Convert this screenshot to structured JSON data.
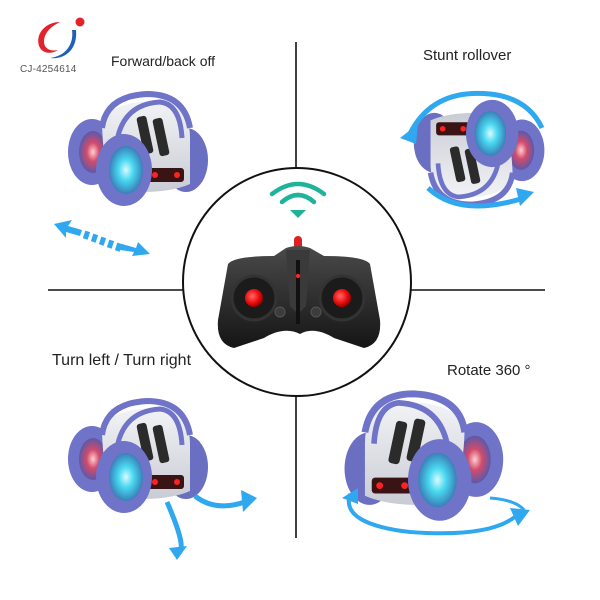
{
  "brand": {
    "sku": "CJ-4254614",
    "logo_colors": {
      "red": "#e3222b",
      "blue": "#1f5fb8"
    }
  },
  "quadrants": {
    "top_left": {
      "label": "Forward/back off",
      "icon": "double-arrow-icon"
    },
    "top_right": {
      "label": "Stunt rollover",
      "icon": "rollover-arrows-icon"
    },
    "bottom_left": {
      "label": "Turn left / Turn right",
      "icon": "turn-arrows-icon"
    },
    "bottom_right": {
      "label": "Rotate 360 °",
      "icon": "rotate-arrow-icon"
    }
  },
  "center": {
    "device": "remote-controller",
    "signal_icon": "wifi-signal-icon"
  },
  "colors": {
    "car_purple": "#6f74c9",
    "car_body": "#dfe1e6",
    "arrow_blue": "#2fa8ef",
    "signal_teal": "#1fb39a",
    "led_red": "#ff2222",
    "wheel_glow": "#47d7ef",
    "divider": "#111111"
  }
}
